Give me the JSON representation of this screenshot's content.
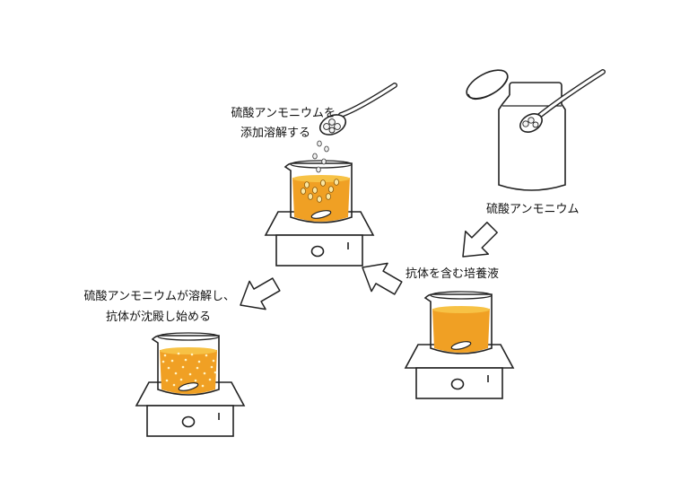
{
  "labels": {
    "add_line1": "硫酸アンモニウムを",
    "add_line2": "添加溶解する",
    "reagent": "硫酸アンモニウム",
    "culture": "抗体を含む培養液",
    "result_line1": "硫酸アンモニウムが溶解し、",
    "result_line2": "抗体が沈殿し始める"
  },
  "colors": {
    "liquid": "#f0a024",
    "liquid_top": "#f7c245",
    "outline": "#222222",
    "bead": "#fbe7a2"
  }
}
